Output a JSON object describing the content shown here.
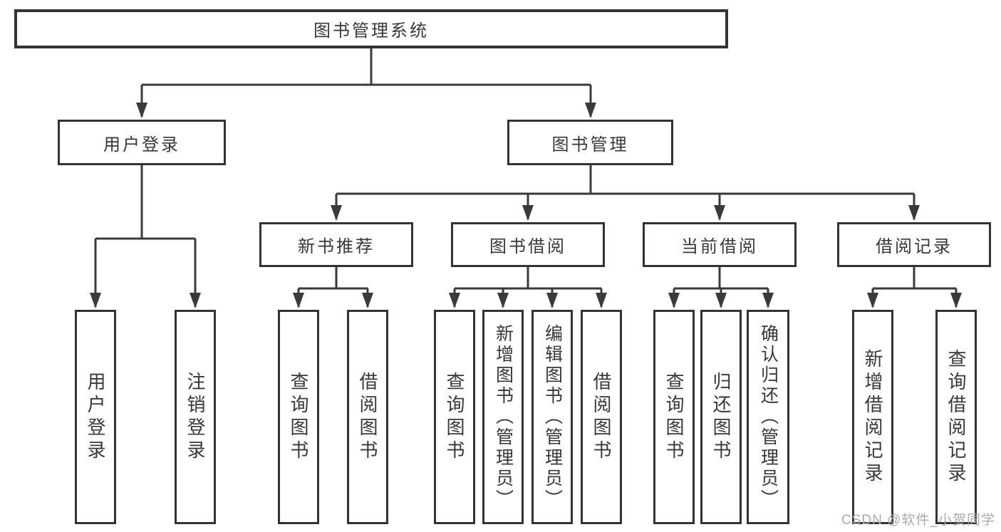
{
  "colors": {
    "line": "#3a3a3a",
    "border": "#333333",
    "text": "#383838",
    "watermark": "#ababab"
  },
  "watermark": "CSDN @软件_小贺同学",
  "tree": {
    "label": "图书管理系统",
    "children": [
      {
        "label": "用户登录",
        "children": [
          {
            "label": "用户登录"
          },
          {
            "label": "注销登录"
          }
        ]
      },
      {
        "label": "图书管理",
        "children": [
          {
            "label": "新书推荐",
            "children": [
              {
                "label": "查询图书"
              },
              {
                "label": "借阅图书"
              }
            ]
          },
          {
            "label": "图书借阅",
            "children": [
              {
                "label": "查询图书"
              },
              {
                "label": "新增图书（管理员）"
              },
              {
                "label": "编辑图书（管理员）"
              },
              {
                "label": "借阅图书"
              }
            ]
          },
          {
            "label": "当前借阅",
            "children": [
              {
                "label": "查询图书"
              },
              {
                "label": "归还图书"
              },
              {
                "label": "确认归还（管理员）"
              }
            ]
          },
          {
            "label": "借阅记录",
            "children": [
              {
                "label": "新增借阅记录"
              },
              {
                "label": "查询借阅记录"
              }
            ]
          }
        ]
      }
    ]
  }
}
